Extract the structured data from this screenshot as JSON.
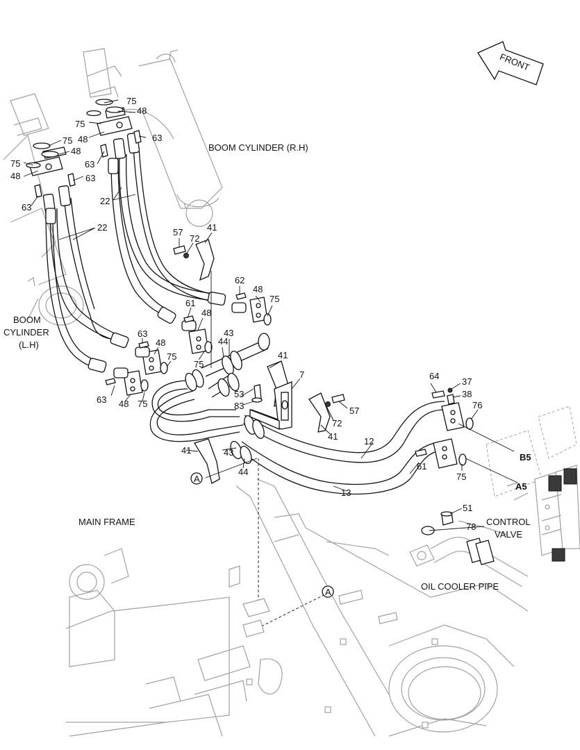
{
  "labels": {
    "front": "FRONT",
    "boom_cylinder_rh": "BOOM CYLINDER (R.H)",
    "boom_cylinder_lh_1": "BOOM",
    "boom_cylinder_lh_2": "CYLINDER",
    "boom_cylinder_lh_3": "(L.H)",
    "main_frame": "MAIN FRAME",
    "control_valve_1": "CONTROL",
    "control_valve_2": "VALVE",
    "oil_cooler_pipe": "OIL COOLER PIPE",
    "port_b5": "B5",
    "port_a5": "A5",
    "ref_a": "A"
  },
  "part_numbers": {
    "p75": "75",
    "p48": "48",
    "p63": "63",
    "p22": "22",
    "p57": "57",
    "p72": "72",
    "p41": "41",
    "p62": "62",
    "p61": "61",
    "p43": "43",
    "p44": "44",
    "p53": "53",
    "p83": "83",
    "p7": "7",
    "p12": "12",
    "p13": "13",
    "p64": "64",
    "p37": "37",
    "p38": "38",
    "p76": "76",
    "p51": "51",
    "p78": "78"
  }
}
